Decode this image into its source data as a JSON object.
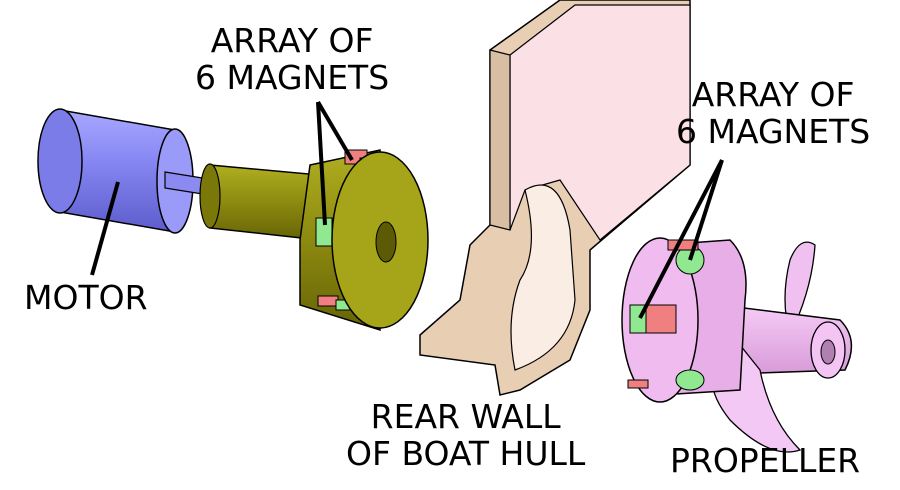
{
  "labels": {
    "magnets_left": [
      "ARRAY OF",
      "6 MAGNETS"
    ],
    "magnets_right": [
      "ARRAY OF",
      "6 MAGNETS"
    ],
    "motor": "MOTOR",
    "hull": [
      "REAR WALL",
      "OF BOAT HULL"
    ],
    "propeller": "PROPELLER"
  },
  "colors": {
    "motor": "#8080f0",
    "coupling": "#8c8a10",
    "hull_edge": "#e8cfb4",
    "hull_face": "#fbe0e6",
    "propeller": "#f0b8f0",
    "magnet_red": "#f08080",
    "magnet_green": "#90e890"
  }
}
